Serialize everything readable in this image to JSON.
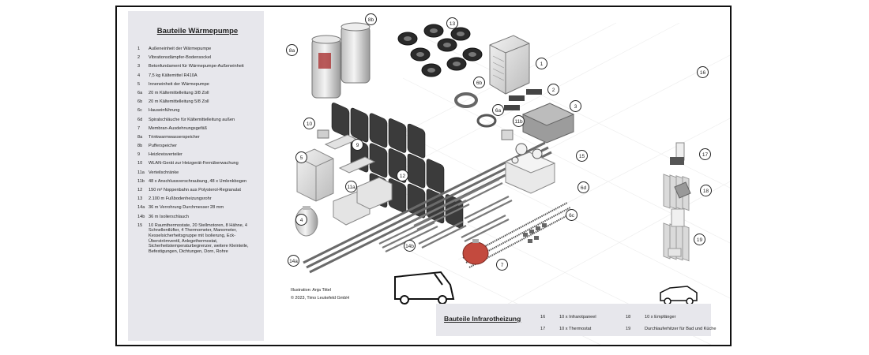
{
  "waermepumpe": {
    "title": "Bauteile Wärmepumpe",
    "items": [
      {
        "num": "1",
        "label": "Außeneinheit der Wärmepumpe"
      },
      {
        "num": "2",
        "label": "Vibrationsdämpfer-Bodensockel"
      },
      {
        "num": "3",
        "label": "Betonfundament für Wärmepumpe-Außeneinheit"
      },
      {
        "num": "4",
        "label": "7,5 kg Kältemittel R410A"
      },
      {
        "num": "5",
        "label": "Inneneinheit der Wärmepumpe"
      },
      {
        "num": "6a",
        "label": "20 m Kältemittelleitung 3/8 Zoll"
      },
      {
        "num": "6b",
        "label": "20 m Kältemittelleitung 5/8 Zoll"
      },
      {
        "num": "6c",
        "label": "Hauseinführung"
      },
      {
        "num": "6d",
        "label": "Spiralschläuche für Kältemittelleitung außen"
      },
      {
        "num": "7",
        "label": "Membran-Ausdehnungsgefäß"
      },
      {
        "num": "8a",
        "label": "Trinkwarmwasserspeicher"
      },
      {
        "num": "8b",
        "label": "Pufferspeicher"
      },
      {
        "num": "9",
        "label": "Heizkreisverteiler"
      },
      {
        "num": "10",
        "label": "WLAN-Gerät zur Heizgerät-Fernüberwachung"
      },
      {
        "num": "11a",
        "label": "Verteilschränke"
      },
      {
        "num": "11b",
        "label": "48 x Anschlussverschraubung, 48 x Umlenkbogen"
      },
      {
        "num": "12",
        "label": "150 m² Noppenbahn aus Polysterol-Regranulat"
      },
      {
        "num": "13",
        "label": "2.100 m Fußbodenheizungsrohr"
      },
      {
        "num": "14a",
        "label": "36 m Verrohrung Durchmesser 28 mm"
      },
      {
        "num": "14b",
        "label": "36 m Isolierschlauch"
      },
      {
        "num": "15",
        "label": "10 Raumthermostate, 20 Stellmotoren, 8 Hähne, 4 Schnellentlüfter, 4 Thermometer, Manometer, Kesselsicherheitsgruppe mit Isolierung, Eck-Überströmventil, Anlegethermostat, Sicherheitstemperaturbegrenzer, weitere Kleinteile, Befestigungen, Dichtungen, Dorn, Rohre"
      }
    ]
  },
  "infrarot": {
    "title": "Bauteile Infrarotheizung",
    "items": [
      {
        "num": "16",
        "label": "10 x Infrarotpaneel"
      },
      {
        "num": "17",
        "label": "10 x Thermostat"
      },
      {
        "num": "18",
        "label": "10 x Empfänger"
      },
      {
        "num": "19",
        "label": "Durchlauferhitzer für Bad und Küche"
      }
    ]
  },
  "credits": {
    "illustration": "Illustration: Anja Tittel",
    "copyright": "© 2023, Timo Leukefeld GmbH"
  },
  "callouts": [
    "1",
    "2",
    "3",
    "4",
    "5",
    "6a",
    "6b",
    "6c",
    "6d",
    "7",
    "8a",
    "8b",
    "9",
    "10",
    "11a",
    "11b",
    "12",
    "13",
    "14a",
    "14b",
    "15",
    "16",
    "17",
    "18",
    "19"
  ],
  "colors": {
    "panel": "#e7e7ec",
    "line": "#222222"
  }
}
